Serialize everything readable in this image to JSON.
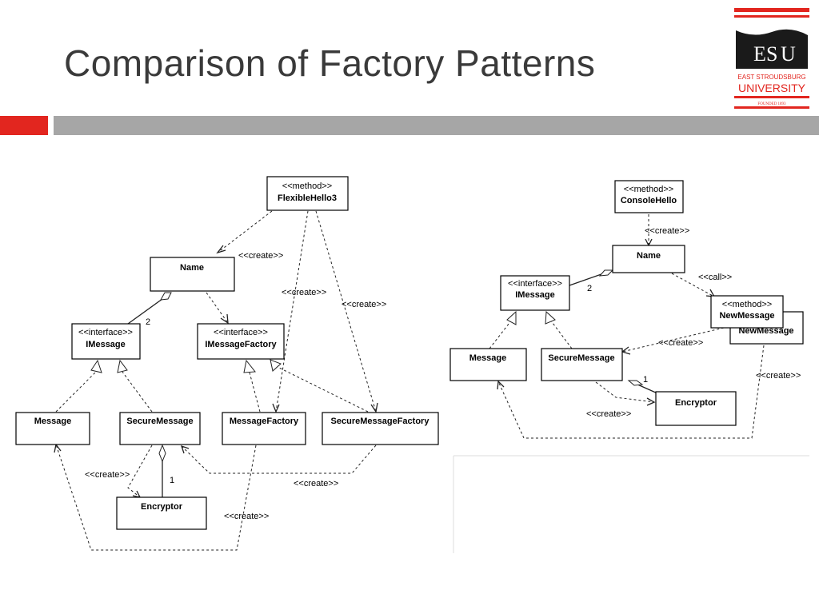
{
  "slide": {
    "title": "Comparison of Factory Patterns"
  },
  "logo": {
    "abbr_left": "E",
    "abbr_mid": "S",
    "abbr_right": "U",
    "line1": "EAST STROUDSBURG",
    "line2": "UNIVERSITY",
    "line3": "FOUNDED 1893",
    "accent": "#e2261f"
  },
  "left_diagram": {
    "flexiblehello3": {
      "stereotype": "<<method>>",
      "name": "FlexibleHello3"
    },
    "name": {
      "name": "Name"
    },
    "imessage": {
      "stereotype": "<<interface>>",
      "name": "IMessage"
    },
    "imessagefactory": {
      "stereotype": "<<interface>>",
      "name": "IMessageFactory"
    },
    "message": {
      "name": "Message"
    },
    "securemessage": {
      "name": "SecureMessage"
    },
    "messagefactory": {
      "name": "MessageFactory"
    },
    "securemessagefactory": {
      "name": "SecureMessageFactory"
    },
    "encryptor": {
      "name": "Encryptor"
    },
    "labels": {
      "create1": "<<create>>",
      "create2": "<<create>>",
      "create3": "<<create>>",
      "create4": "<<create>>",
      "create5": "<<create>>",
      "create6": "<<create>>",
      "mult_two": "2",
      "mult_one": "1"
    }
  },
  "right_diagram": {
    "consolehello": {
      "stereotype": "<<method>>",
      "name": "ConsoleHello"
    },
    "name": {
      "name": "Name"
    },
    "imessage": {
      "stereotype": "<<interface>>",
      "name": "IMessage"
    },
    "newmessage_method": {
      "stereotype": "<<method>>",
      "name": "NewMessage"
    },
    "newmessage_back": {
      "name": "NewMessage"
    },
    "message": {
      "name": "Message"
    },
    "securemessage": {
      "name": "SecureMessage"
    },
    "encryptor": {
      "name": "Encryptor"
    },
    "labels": {
      "create1": "<<create>>",
      "call": "<<call>>",
      "create2": "<<create>>",
      "create3": "<<create>>",
      "create4": "<<create>>",
      "mult_two": "2",
      "mult_one": "1"
    }
  }
}
